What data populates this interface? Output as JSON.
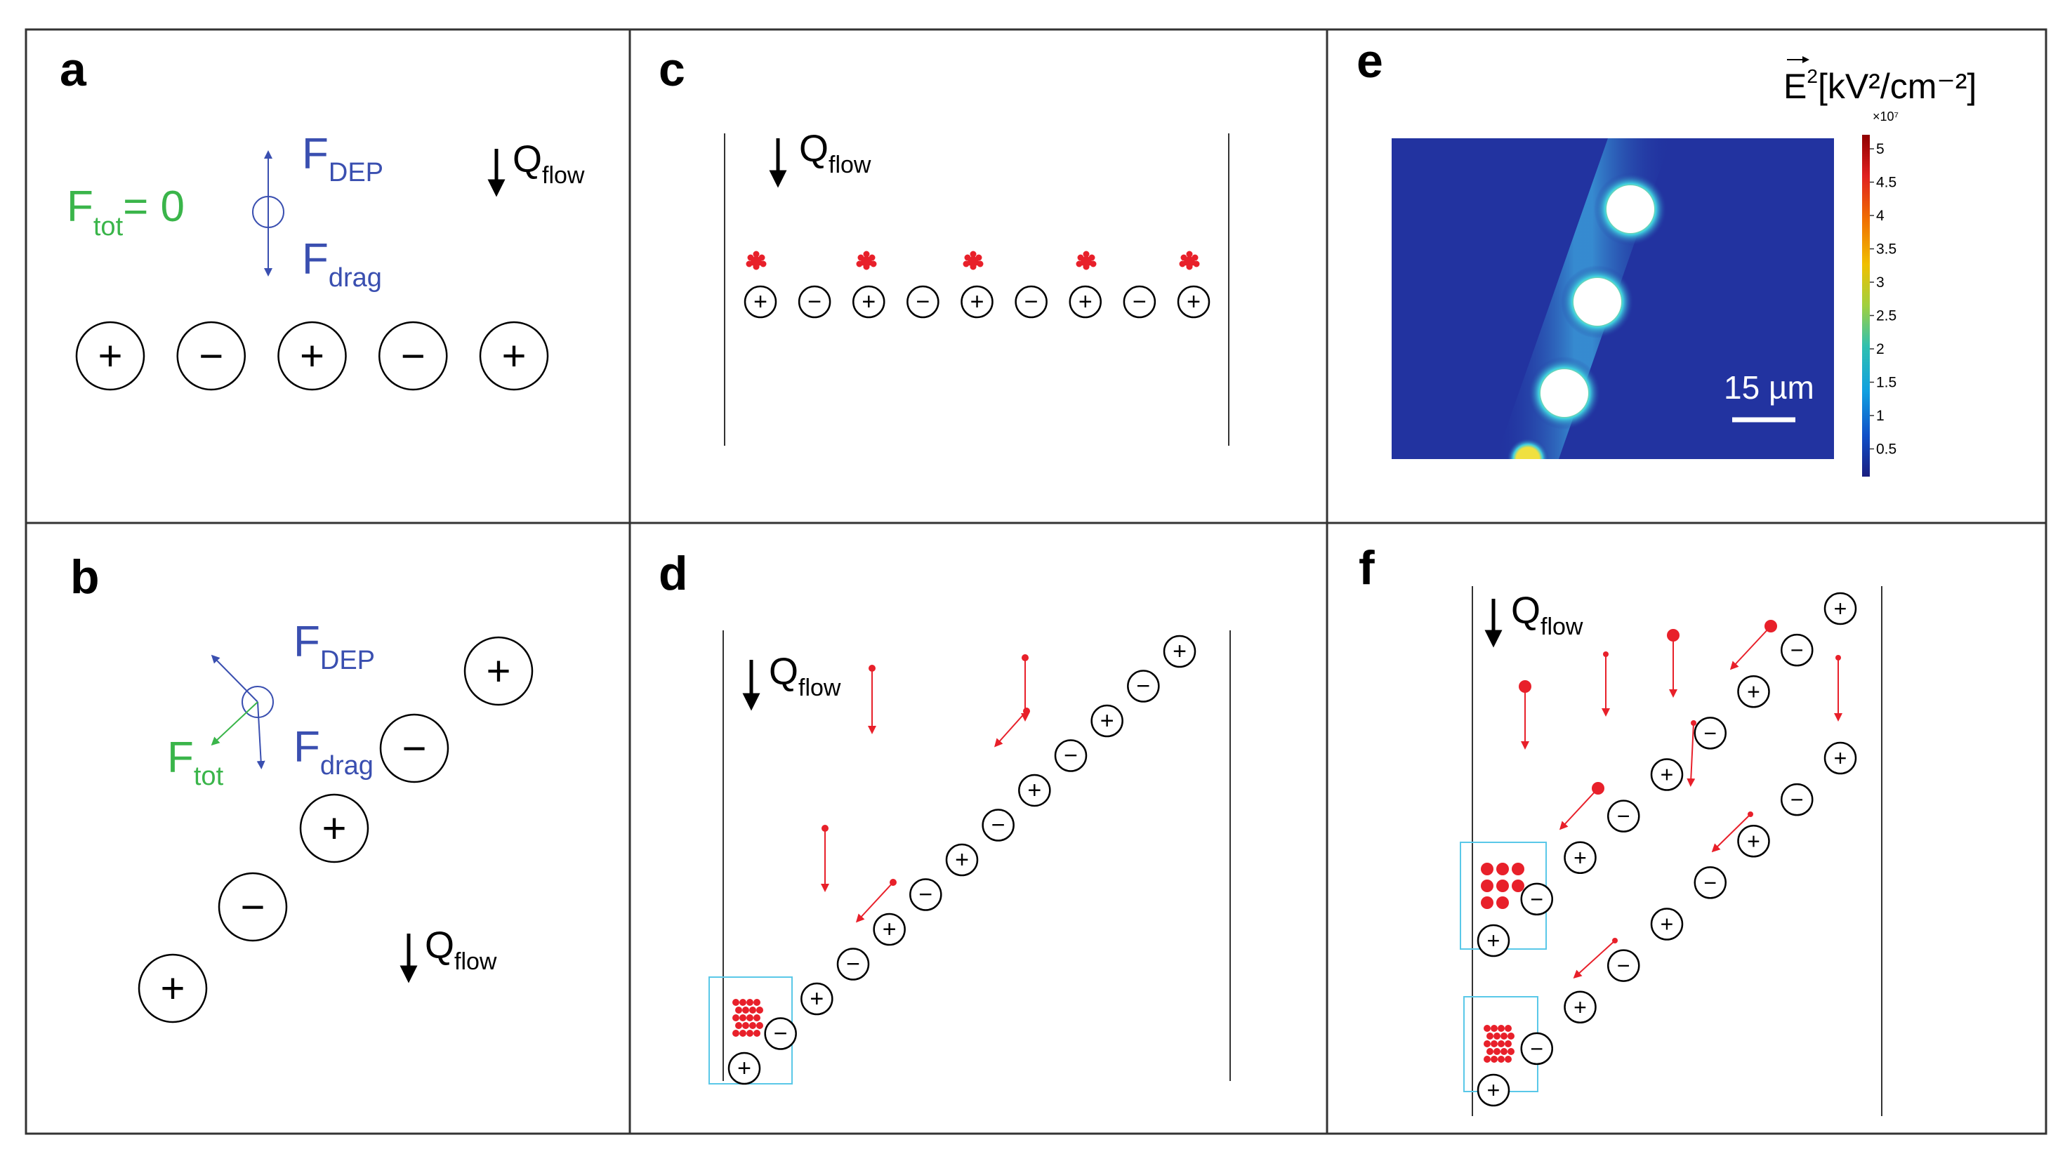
{
  "panels": {
    "a": {
      "letter": "a",
      "f_tot_main": "F",
      "f_tot_sub": "tot",
      "f_tot_eq": "= 0",
      "f_dep_main": "F",
      "f_dep_sub": "DEP",
      "f_drag_main": "F",
      "f_drag_sub": "drag",
      "q_main": "Q",
      "q_sub": "flow",
      "electrodes": [
        "+",
        "−",
        "+",
        "−",
        "+"
      ]
    },
    "b": {
      "letter": "b",
      "f_dep_main": "F",
      "f_dep_sub": "DEP",
      "f_drag_main": "F",
      "f_drag_sub": "drag",
      "f_tot_main": "F",
      "f_tot_sub": "tot",
      "q_main": "Q",
      "q_sub": "flow",
      "electrodes": [
        "+",
        "−",
        "+",
        "−",
        "+"
      ]
    },
    "c": {
      "letter": "c",
      "q_main": "Q",
      "q_sub": "flow",
      "electrodes": [
        "+",
        "−",
        "+",
        "−",
        "+",
        "−",
        "+",
        "−",
        "+"
      ]
    },
    "d": {
      "letter": "d",
      "q_main": "Q",
      "q_sub": "flow",
      "electrodes": [
        "+",
        "−",
        "+",
        "−",
        "+",
        "−",
        "+",
        "−",
        "+",
        "−",
        "+",
        "−",
        "+"
      ]
    },
    "e": {
      "letter": "e",
      "colorbar_title": "[kV²/cm⁻²]",
      "colorbar_title_e": "E",
      "colorbar_title_sup": "2",
      "colorbar_multiplier": "×10⁷",
      "colorbar_ticks": [
        "5",
        "4.5",
        "4",
        "3.5",
        "3",
        "2.5",
        "2",
        "1.5",
        "1",
        "0.5"
      ],
      "colorbar_colors": [
        "#a00000",
        "#e02020",
        "#f06000",
        "#f8a000",
        "#e8d800",
        "#90d040",
        "#30c0a0",
        "#10a0e0",
        "#1060d0",
        "#202890"
      ],
      "scale_bar_label": "15 µm",
      "field_bg_color": "#2233a0"
    },
    "f": {
      "letter": "f",
      "q_main": "Q",
      "q_sub": "flow",
      "electrodes_top": [
        "+",
        "−",
        "+",
        "−",
        "+",
        "−",
        "+",
        "−",
        "+"
      ],
      "electrodes_bottom": [
        "+",
        "−",
        "+",
        "−",
        "+",
        "−",
        "+",
        "−",
        "+"
      ]
    }
  },
  "colors": {
    "force_blue": "#3a4fb0",
    "force_green": "#3ab54a",
    "particle_red": "#e8202a",
    "trap_box": "#5ac8e8",
    "frame": "#333333"
  }
}
